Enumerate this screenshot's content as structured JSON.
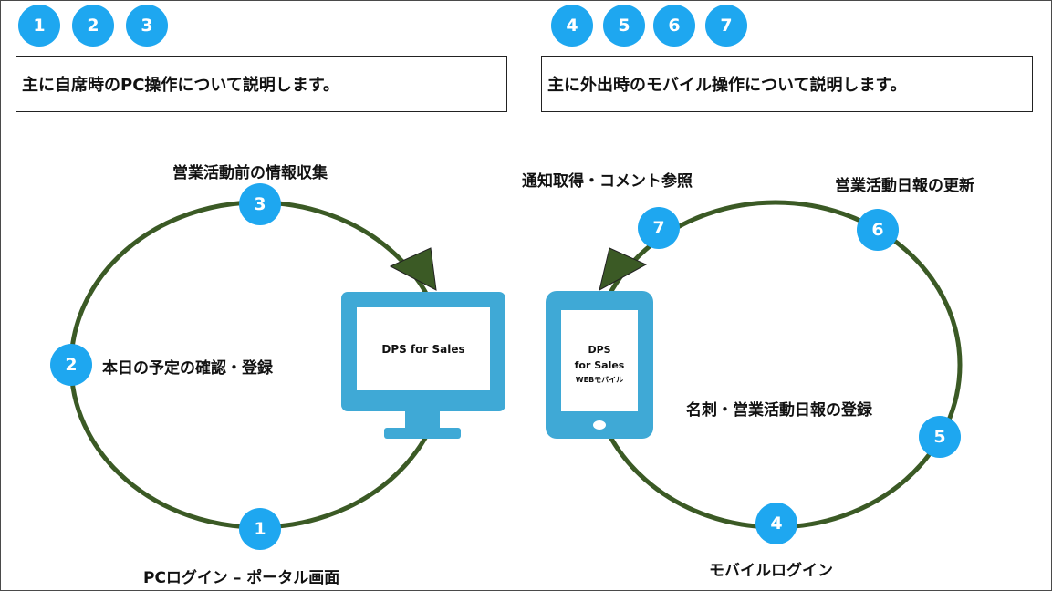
{
  "tabs_left": [
    "1",
    "2",
    "3"
  ],
  "tabs_right": [
    "4",
    "5",
    "6",
    "7"
  ],
  "desc_left": "主に自席時のPC操作について説明します。",
  "desc_right": "主に外出時のモバイル操作について説明します。",
  "pc_cycle": {
    "steps": [
      {
        "num": "1",
        "label": "PCログイン – ポータル画面"
      },
      {
        "num": "2",
        "label": "本日の予定の確認・登録"
      },
      {
        "num": "3",
        "label": "営業活動前の情報収集"
      }
    ],
    "monitor_text": "DPS for Sales"
  },
  "mobile_cycle": {
    "steps": [
      {
        "num": "4",
        "label": "モバイルログイン"
      },
      {
        "num": "5",
        "label": "名刺・営業活動日報の登録"
      },
      {
        "num": "6",
        "label": "営業活動日報の更新"
      },
      {
        "num": "7",
        "label": "通知取得・コメント参照"
      }
    ],
    "tablet_line1": "DPS",
    "tablet_line2": "for Sales",
    "tablet_line3": "WEBモバイル"
  },
  "colors": {
    "accent_blue": "#1ea7f0",
    "device_blue": "#3fa9d6",
    "cycle_green": "#3b5a25"
  }
}
